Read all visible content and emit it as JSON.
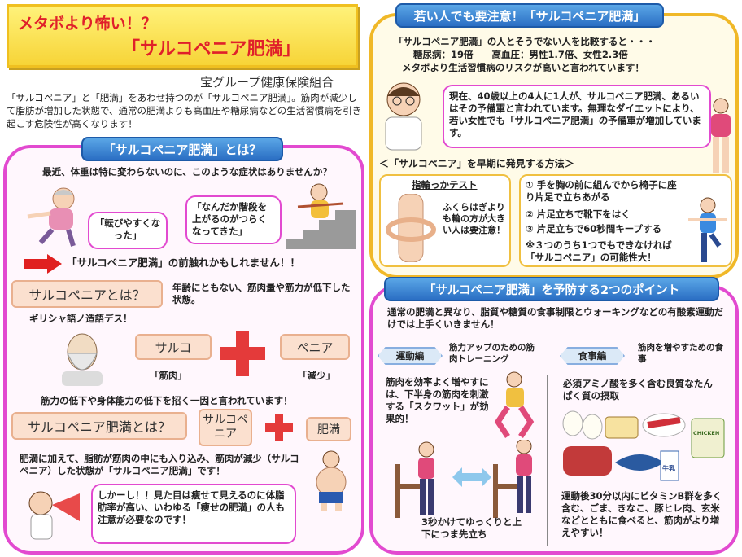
{
  "title": {
    "line1": "メタボより怖い！？",
    "line2": "「サルコペニア肥満」"
  },
  "org": "宝グループ健康保険組合",
  "intro": "「サルコペニア」と「肥満」をあわせ持つのが「サルコペニア肥満」。筋肉が減少して脂肪が増加した状態で、通常の肥満よりも高血圧や糖尿病などの生活習慣病を引き起こす危険性が高くなります！",
  "left": {
    "header": "「サルコペニア肥満」とは？",
    "question": "最近、体重は特に変わらないのに、このような症状はありませんか？",
    "bubble1": "「転びやすくなった」",
    "bubble2": "「なんだか階段を上がるのがつらくなってきた」",
    "warning": "「サルコペニア肥満」の前触れかもしれません！！",
    "sarco_title": "サルコペニアとは？",
    "sarco_desc": "年齢にともない、筋肉量や筋力が低下した状態。",
    "greek": "ギリシャ語ノ造語デス！",
    "word1": "サルコ",
    "word1_meaning": "「筋肉」",
    "word2": "ペニア",
    "word2_meaning": "「減少」",
    "cause": "筋力の低下や身体能力の低下を招く一因と言われています！",
    "obesity_title": "サルコペニア肥満とは？",
    "obesity_word1": "サルコペニア",
    "obesity_word2": "肥満",
    "obesity_desc": "肥満に加えて、脂肪が筋肉の中にも入り込み、筋肉が減少（サルコペニア）した状態が「サルコペニア肥満」です！",
    "but_bubble": "しかーし！！見た目は痩せて見えるのに体脂肪率が高い、いわゆる「痩せの肥満」の人も注意が必要なのです！"
  },
  "right": {
    "header": "若い人でも要注意！「サルコペニア肥満」",
    "compare1": "「サルコペニア肥満」の人とそうでない人を比較すると・・・",
    "compare2": "糖尿病：19倍　　高血圧：男性1.7倍、女性2.3倍",
    "compare3": "メタボより生活習慣病のリスクが高いと言われています！",
    "bubble": "現在、40歳以上の4人に1人が、サルコペニア肥満、あるいはその予備軍と言われています。無理なダイエットにより、若い女性でも「サルコペニア肥満」の予備軍が増加しています。",
    "method_title": "＜「サルコペニア」を早期に発見する方法＞",
    "ring_test_title": "指輪っかテスト",
    "ring_test_desc": "ふくらはぎよりも輪の方が大きい人は要注意！",
    "check1": "① 手を胸の前に組んでから椅子に座り片足で立ちあがる",
    "check2": "② 片足立ちで靴下をはく",
    "check3": "③ 片足立ちで60秒間キープする",
    "check_note": "※３つのうち1つでもできなければ「サルコペニア」の可能性大！"
  },
  "bottom_right": {
    "header": "「サルコペニア肥満」を予防する2つのポイント",
    "intro": "通常の肥満と異なり、脂質や糖質の食事制限とウォーキングなどの有酸素運動だけでは上手くいきません！",
    "exercise_tag": "運動編",
    "exercise_sub": "筋力アップのための筋肉トレーニング",
    "exercise_desc": "筋肉を効率よく増やすには、下半身の筋肉を刺激する「スクワット」が効果的！",
    "exercise_caption": "3秒かけてゆっくりと上下につま先立ち",
    "diet_tag": "食事編",
    "diet_sub": "筋肉を増やすための食事",
    "diet_desc": "必須アミノ酸を多く含む良質なたんぱく質の摂取",
    "diet_caption": "運動後30分以内にビタミンB群を多く含む、ごま、きなこ、豚ヒレ肉、玄米などとともに食べると、筋肉がより増えやすい！",
    "chicken_label": "CHICKEN",
    "milk_label": "牛乳"
  }
}
